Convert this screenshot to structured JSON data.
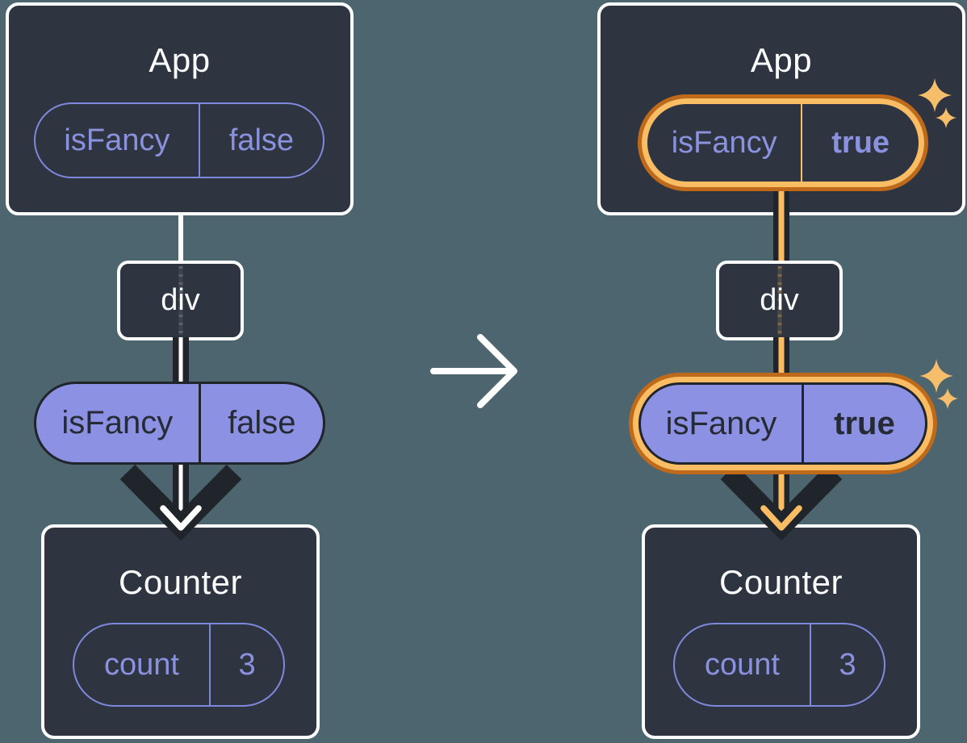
{
  "panels": {
    "before": {
      "app": {
        "title": "App",
        "prop_name": "isFancy",
        "prop_value": "false"
      },
      "container_label": "div",
      "passed_prop_name": "isFancy",
      "passed_prop_value": "false",
      "counter": {
        "title": "Counter",
        "state_name": "count",
        "state_value": "3"
      }
    },
    "after": {
      "app": {
        "title": "App",
        "prop_name": "isFancy",
        "prop_value": "true"
      },
      "container_label": "div",
      "passed_prop_name": "isFancy",
      "passed_prop_value": "true",
      "counter": {
        "title": "Counter",
        "state_name": "count",
        "state_value": "3"
      }
    }
  },
  "icons": {
    "transform_arrow": "right-arrow-icon",
    "sparkles": "sparkles-icon",
    "flow_arrow": "down-chevron-arrow-icon"
  },
  "colors": {
    "background": "#4C656E",
    "box_fill": "#2F3540",
    "box_border": "#FFFFFF",
    "purple": "#8A92E0",
    "purple_border": "#7E88DC",
    "purple_fill": "#8C91E4",
    "dark_ink": "#20242B",
    "ink_on_purple": "#262B33",
    "orange_light": "#FBBD63",
    "orange_dark": "#BE6A1A",
    "sparkle": "#F6BE6B"
  }
}
